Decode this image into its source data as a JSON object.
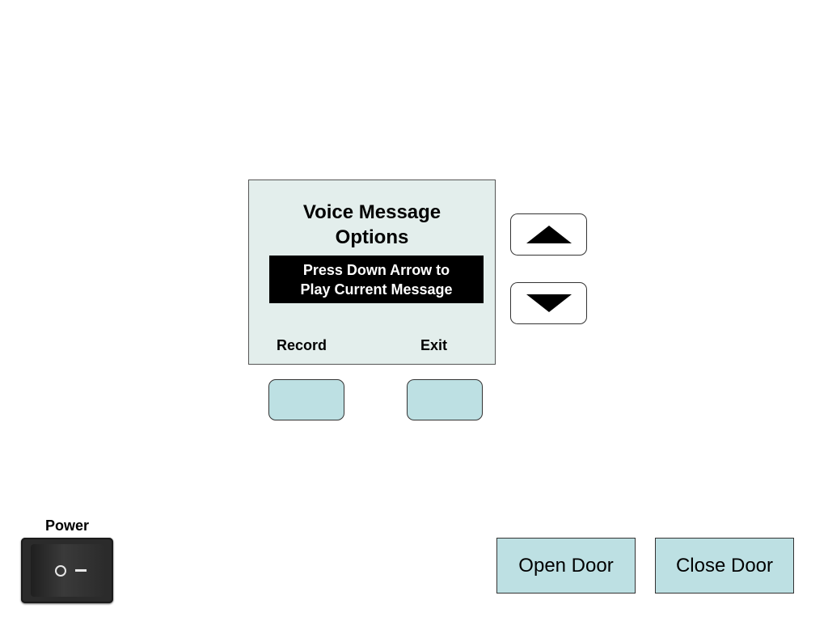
{
  "display": {
    "title_line1": "Voice Message",
    "title_line2": "Options",
    "prompt_line1": "Press Down Arrow to",
    "prompt_line2": "Play Current Message",
    "softkey_left_label": "Record",
    "softkey_right_label": "Exit"
  },
  "controls": {
    "power_label": "Power",
    "open_door_label": "Open Door",
    "close_door_label": "Close Door",
    "up_arrow_icon": "triangle-up-icon",
    "down_arrow_icon": "triangle-down-icon"
  },
  "colors": {
    "screen_background": "#e3eeec",
    "button_fill": "#bde0e3",
    "prompt_background": "#000000"
  }
}
